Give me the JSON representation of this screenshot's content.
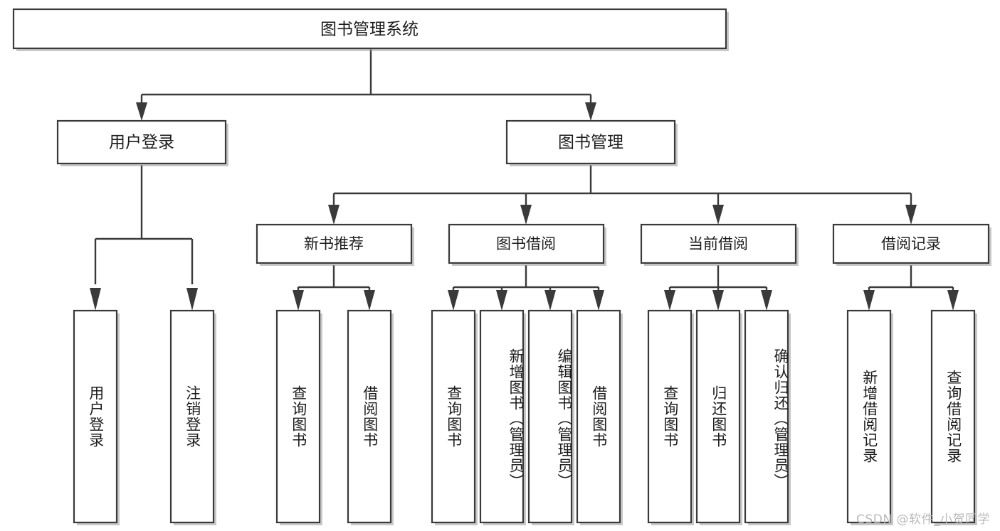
{
  "diagram": {
    "type": "tree-hierarchy-chart",
    "title": "图书管理系统",
    "orientation": "top-down",
    "colors": {
      "box_fill": "#ffffff",
      "box_stroke": "#3a3a3a",
      "connector": "#3a3a3a",
      "text": "#1c1c1c",
      "watermark": "#b9b9b9",
      "background": "#ffffff"
    },
    "levels": {
      "root": {
        "label": "图书管理系统"
      },
      "level2": [
        {
          "id": "user-login",
          "label": "用户登录"
        },
        {
          "id": "book-manage",
          "label": "图书管理"
        }
      ],
      "level3": [
        {
          "id": "new-book-recommend",
          "label": "新书推荐",
          "parent": "book-manage"
        },
        {
          "id": "book-borrow",
          "label": "图书借阅",
          "parent": "book-manage"
        },
        {
          "id": "current-borrow",
          "label": "当前借阅",
          "parent": "book-manage"
        },
        {
          "id": "borrow-record",
          "label": "借阅记录",
          "parent": "book-manage"
        }
      ],
      "leaves": [
        {
          "id": "leaf-user-login",
          "label": "用户登录",
          "parent": "user-login"
        },
        {
          "id": "leaf-user-logout",
          "label": "注销登录",
          "parent": "user-login"
        },
        {
          "id": "leaf-query-book-1",
          "label": "查询图书",
          "parent": "new-book-recommend"
        },
        {
          "id": "leaf-borrow-book-1",
          "label": "借阅图书",
          "parent": "new-book-recommend"
        },
        {
          "id": "leaf-query-book-2",
          "label": "查询图书",
          "parent": "book-borrow"
        },
        {
          "id": "leaf-add-book",
          "label": "新增图书（管理员）",
          "parent": "book-borrow"
        },
        {
          "id": "leaf-edit-book",
          "label": "编辑图书（管理员）",
          "parent": "book-borrow"
        },
        {
          "id": "leaf-borrow-book-2",
          "label": "借阅图书",
          "parent": "book-borrow"
        },
        {
          "id": "leaf-query-book-3",
          "label": "查询图书",
          "parent": "current-borrow"
        },
        {
          "id": "leaf-return-book",
          "label": "归还图书",
          "parent": "current-borrow"
        },
        {
          "id": "leaf-confirm-return",
          "label": "确认归还（管理员）",
          "parent": "current-borrow"
        },
        {
          "id": "leaf-add-record",
          "label": "新增借阅记录",
          "parent": "borrow-record"
        },
        {
          "id": "leaf-query-record",
          "label": "查询借阅记录",
          "parent": "borrow-record"
        }
      ]
    }
  },
  "watermark": {
    "text": "CSDN @软件_小贺同学"
  }
}
